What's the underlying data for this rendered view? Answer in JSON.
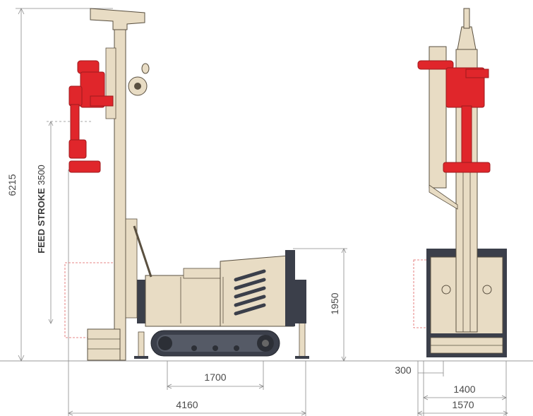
{
  "dimensions": {
    "total_height": "6215",
    "feed_stroke_label": "FEED STROKE",
    "feed_stroke_value": "3500",
    "body_height": "1950",
    "track_length": "1700",
    "total_length": "4160",
    "side_offset": "300",
    "track_width": "1400",
    "total_width": "1570"
  },
  "colors": {
    "body": "#e8dcc4",
    "body_shade": "#cfc3a8",
    "outline": "#5a5040",
    "dark": "#3b3f4a",
    "red": "#e0262b",
    "red_dark": "#9e1a1e",
    "dim_line": "#8a8a8a",
    "dash": "#e06060"
  }
}
